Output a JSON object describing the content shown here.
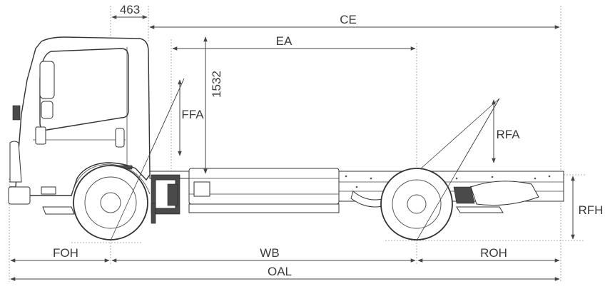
{
  "labels": {
    "dim_463": "463",
    "ce": "CE",
    "ea": "EA",
    "dim_1532": "1532",
    "ffa": "FFA",
    "rfa": "RFA",
    "rfh": "RFH",
    "foh": "FOH",
    "wb": "WB",
    "roh": "ROH",
    "oal": "OAL"
  }
}
